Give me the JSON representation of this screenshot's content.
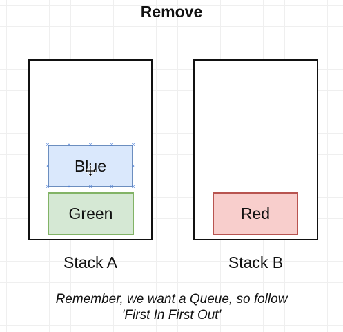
{
  "title": "Remove",
  "stacks": [
    {
      "label": "Stack A"
    },
    {
      "label": "Stack B"
    }
  ],
  "blocks": [
    {
      "label": "Blue",
      "fill": "#dae8fc",
      "stroke": "#6c8ebf",
      "selected": true
    },
    {
      "label": "Green",
      "fill": "#d5e8d4",
      "stroke": "#82b366"
    },
    {
      "label": "Red",
      "fill": "#f8cecc",
      "stroke": "#b85450"
    }
  ],
  "note": {
    "line1": "Remember, we want a Queue, so follow",
    "line2": "'First In First Out'"
  },
  "colors": {
    "selection": "#4a7dd6"
  },
  "icons": {
    "cursor": "move-cursor-icon"
  }
}
